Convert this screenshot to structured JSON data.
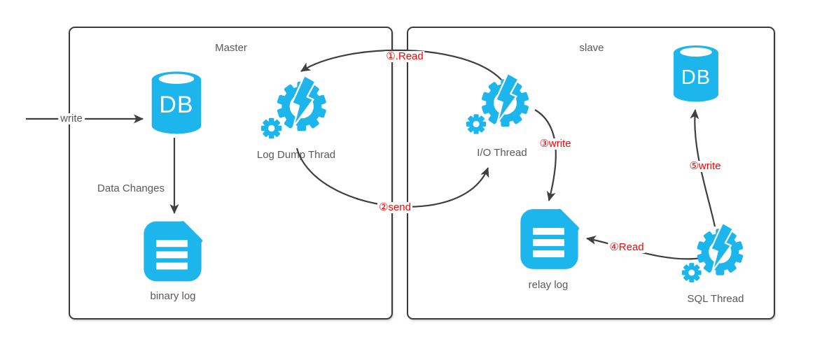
{
  "colors": {
    "accent_cyan": "#1cb5ec",
    "arrow_gray": "#3f3f3f",
    "text_gray": "#595959",
    "step_red": "#fe0000",
    "background": "#ffffff"
  },
  "containers": {
    "master": {
      "title": "Master"
    },
    "slave": {
      "title": "slave"
    }
  },
  "nodes": {
    "master_db": {
      "label": "DB",
      "type": "database"
    },
    "binary_log": {
      "caption": "binary log",
      "type": "document"
    },
    "log_dump_thread": {
      "caption": "Log Dump Thrad",
      "type": "gear-bolt"
    },
    "io_thread": {
      "caption": "I/O Thread",
      "type": "gear-bolt"
    },
    "relay_log": {
      "caption": "relay log",
      "type": "document"
    },
    "sql_thread": {
      "caption": "SQL Thread",
      "type": "gear-bolt"
    },
    "slave_db": {
      "label": "DB",
      "type": "database"
    }
  },
  "edges": {
    "client_write": {
      "label": "write",
      "from": "client",
      "to": "master_db"
    },
    "data_changes": {
      "label": "Data Changes",
      "from": "master_db",
      "to": "binary_log"
    },
    "step1": {
      "label": "①.Read",
      "from": "io_thread",
      "to": "log_dump_thread"
    },
    "step2": {
      "label": "②send",
      "from": "log_dump_thread",
      "to": "io_thread"
    },
    "step3": {
      "label": "③write",
      "from": "io_thread",
      "to": "relay_log"
    },
    "step4": {
      "label": "④Read",
      "from": "sql_thread",
      "to": "relay_log"
    },
    "step5": {
      "label": "⑤write",
      "from": "sql_thread",
      "to": "slave_db"
    }
  }
}
